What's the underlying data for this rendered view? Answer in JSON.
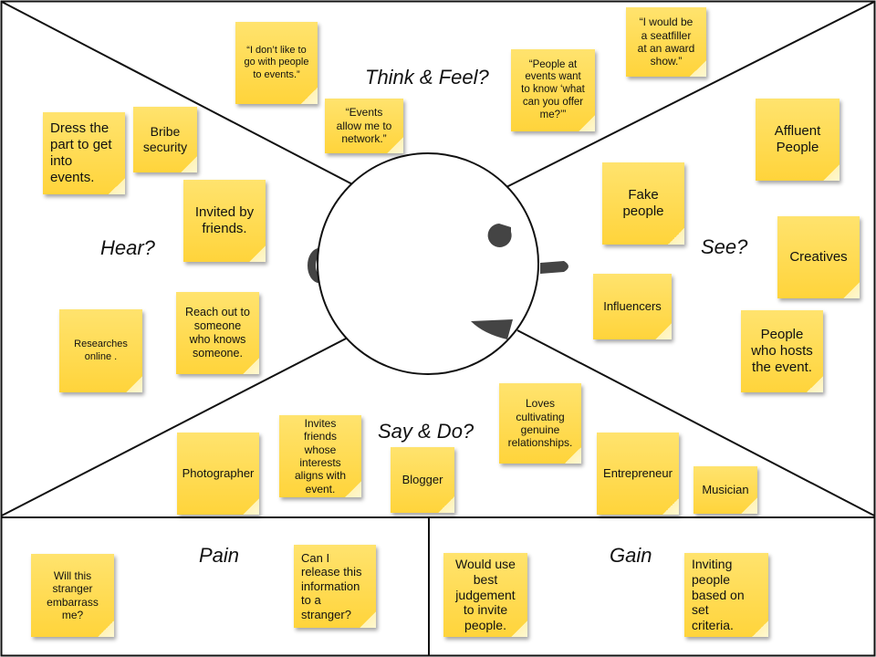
{
  "sections": {
    "think_feel": "Think & Feel?",
    "hear": "Hear?",
    "see": "See?",
    "say_do": "Say & Do?",
    "pain": "Pain",
    "gain": "Gain"
  },
  "notes": {
    "think_feel": {
      "no_people": "“I don’t like to\ngo with people\nto events.”",
      "network": "“Events\nallow me to\nnetwork.”",
      "offer": "“People at\nevents want\nto know ‘what\ncan you offer\nme?’”",
      "seatfiller": "“I would be\na seatfiller\nat an award\nshow.”"
    },
    "hear": {
      "dress": "Dress the\npart to get\ninto\nevents.",
      "bribe": "Bribe\nsecurity",
      "invited": "Invited by\nfriends.",
      "researches": "Researches\nonline .",
      "reach_out": "Reach out to\nsomeone\nwho knows\nsomeone."
    },
    "see": {
      "affluent": "Affluent\nPeople",
      "fake": "Fake\npeople",
      "creatives": "Creatives",
      "influencers": "Influencers",
      "hosts": "People\nwho hosts\nthe event."
    },
    "say_do": {
      "photographer": "Photographer",
      "invites": "Invites\nfriends\nwhose\ninterests\naligns with\nevent.",
      "blogger": "Blogger",
      "loves": "Loves\ncultivating\ngenuine\nrelationships.",
      "entrepreneur": "Entrepreneur",
      "musician": "Musician"
    },
    "pain": {
      "embarrass": "Will this\nstranger\nembarrass\nme?",
      "release": "Can I\nrelease this\ninformation\nto a\nstranger?"
    },
    "gain": {
      "judgement": "Would use\nbest\njudgement\nto invite\npeople.",
      "criteria": "Inviting\npeople\nbased on\nset\ncriteria."
    }
  },
  "colors": {
    "note": "#ffd43b",
    "line": "#111111",
    "face_features": "#444444"
  }
}
